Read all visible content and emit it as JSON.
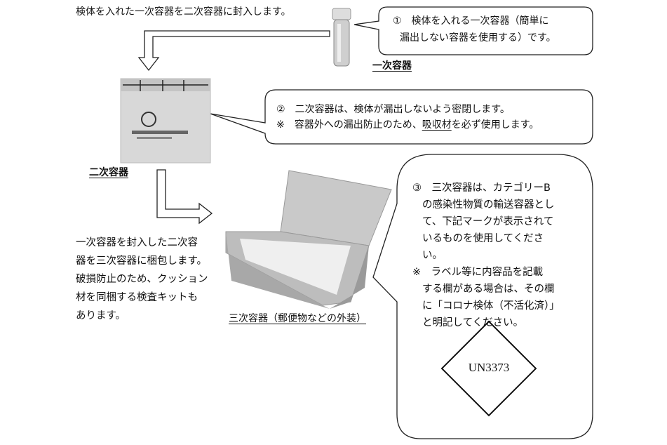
{
  "intro": "検体を入れた一次容器を二次容器に封入します。",
  "callout1": {
    "lines": [
      "①　検体を入れる一次容器（簡単に",
      "漏出しない容器を使用する）です。"
    ]
  },
  "primary_label": "一次容器",
  "callout2": {
    "line1": "②　二次容器は、検体が漏出しないよう密閉します。",
    "line2_pre": "※　容器外への漏出防止のため、",
    "line2_u": "吸収材",
    "line2_post": "を必ず使用します。"
  },
  "secondary_label": "二次容器",
  "packing_text": [
    "一次容器を封入した二次容",
    "器を三次容器に梱包します。",
    "破損防止のため、クッション",
    "材を同梱する検査キットも",
    "あります。"
  ],
  "tertiary_label": "三次容器（郵便物などの外装）",
  "callout3": {
    "lines": [
      "③　三次容器は、カテゴリーB",
      "の感染性物質の輸送容器とし",
      "て、下記マークが表示されて",
      "いるものを使用してくださ",
      "い。",
      "※　ラベル等に内容品を記載",
      "する欄がある場合は、その欄",
      "に「コロナ検体（不活化済）」",
      "と明記してください。"
    ]
  },
  "un_mark": "UN3373"
}
